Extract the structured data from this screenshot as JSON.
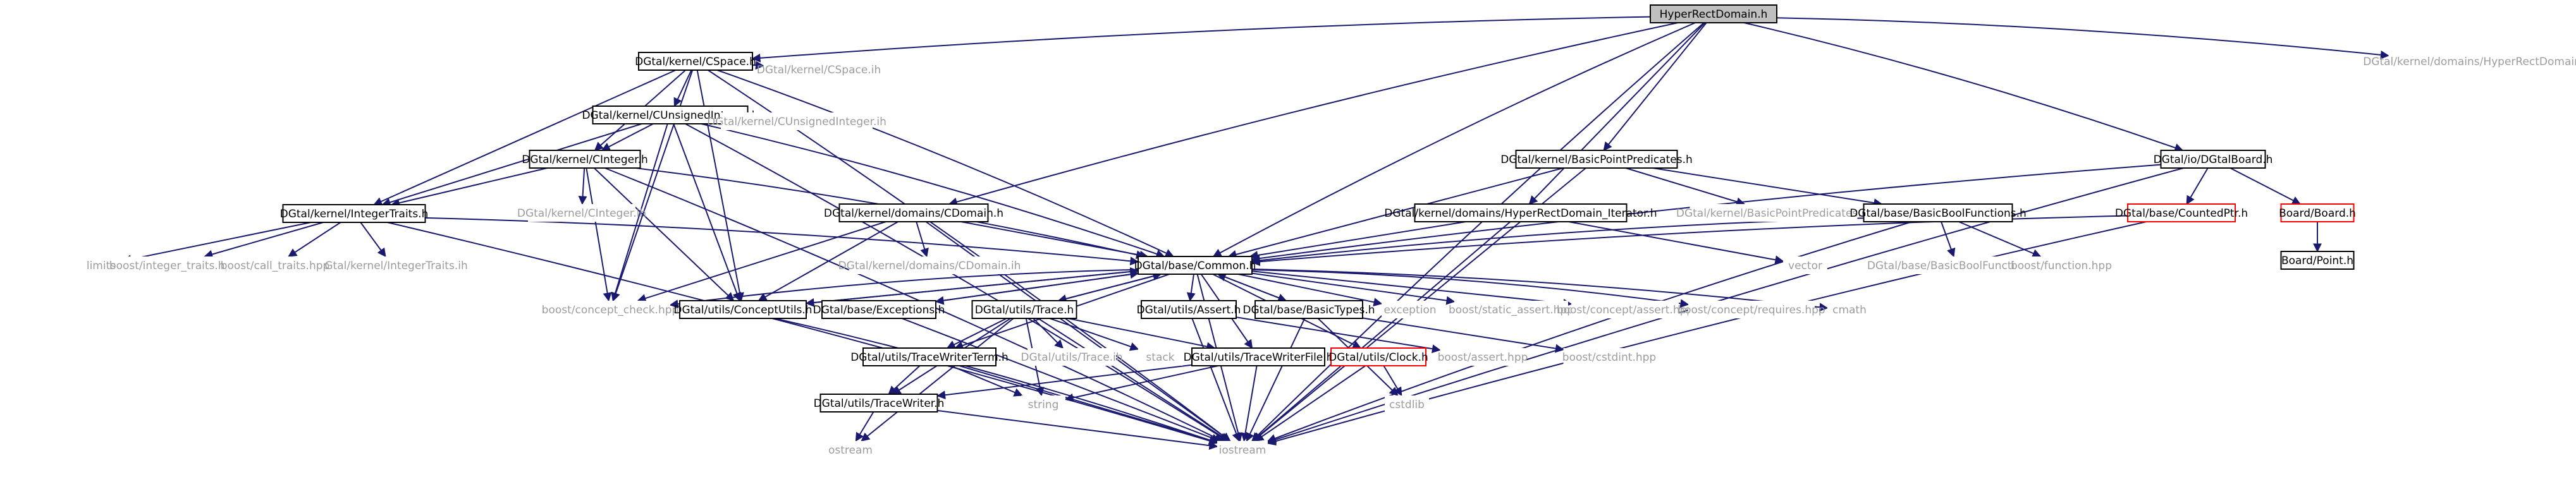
{
  "colors": {
    "edge": "#191970",
    "node_border": "#000000",
    "node_border_incomplete": "#ff0000",
    "external_text": "#9c9c9c",
    "root_fill": "#bfbfbf",
    "node_fill": "#ffffff",
    "node_text": "#000000"
  },
  "nodes": [
    {
      "id": "root",
      "label": "HyperRectDomain.h",
      "kind": "root"
    },
    {
      "id": "cspace",
      "label": "DGtal/kernel/CSpace.h",
      "kind": "local"
    },
    {
      "id": "cspace_ext",
      "label": "DGtal/kernel/CSpace.ih",
      "kind": "external"
    },
    {
      "id": "cunsigned",
      "label": "DGtal/kernel/CUnsignedInteger.h",
      "kind": "local"
    },
    {
      "id": "cunsigned_ext",
      "label": "DGtal/kernel/CUnsignedInteger.ih",
      "kind": "external"
    },
    {
      "id": "cinteger",
      "label": "DGtal/kernel/CInteger.h",
      "kind": "local"
    },
    {
      "id": "cinteger_ext",
      "label": "DGtal/kernel/CInteger.ih",
      "kind": "external"
    },
    {
      "id": "inttraits",
      "label": "DGtal/kernel/IntegerTraits.h",
      "kind": "local"
    },
    {
      "id": "inttraits_ext",
      "label": "DGtal/kernel/IntegerTraits.ih",
      "kind": "external"
    },
    {
      "id": "limits",
      "label": "limits",
      "kind": "external"
    },
    {
      "id": "boost_int",
      "label": "boost/integer_traits.hpp",
      "kind": "external"
    },
    {
      "id": "boost_call",
      "label": "boost/call_traits.hpp",
      "kind": "external"
    },
    {
      "id": "cdomain",
      "label": "DGtal/kernel/domains/CDomain.h",
      "kind": "local"
    },
    {
      "id": "cdomain_ext",
      "label": "DGtal/kernel/domains/CDomain.ih",
      "kind": "external"
    },
    {
      "id": "common",
      "label": "DGtal/base/Common.h",
      "kind": "local"
    },
    {
      "id": "concept_check",
      "label": "boost/concept_check.hpp",
      "kind": "external"
    },
    {
      "id": "conceptutils",
      "label": "DGtal/utils/ConceptUtils.h",
      "kind": "local"
    },
    {
      "id": "exceptions",
      "label": "DGtal/base/Exceptions.h",
      "kind": "local"
    },
    {
      "id": "trace",
      "label": "DGtal/utils/Trace.h",
      "kind": "local"
    },
    {
      "id": "assert_h",
      "label": "DGtal/utils/Assert.h",
      "kind": "local"
    },
    {
      "id": "basictypes",
      "label": "DGtal/base/BasicTypes.h",
      "kind": "local"
    },
    {
      "id": "exception",
      "label": "exception",
      "kind": "external"
    },
    {
      "id": "static_assert",
      "label": "boost/static_assert.hpp",
      "kind": "external"
    },
    {
      "id": "concept_assert",
      "label": "boost/concept/assert.hpp",
      "kind": "external"
    },
    {
      "id": "concept_req",
      "label": "boost/concept/requires.hpp",
      "kind": "external"
    },
    {
      "id": "cmath",
      "label": "cmath",
      "kind": "external"
    },
    {
      "id": "twterm",
      "label": "DGtal/utils/TraceWriterTerm.h",
      "kind": "local"
    },
    {
      "id": "trace_ext",
      "label": "DGtal/utils/Trace.ih",
      "kind": "external"
    },
    {
      "id": "stack",
      "label": "stack",
      "kind": "external"
    },
    {
      "id": "twfile",
      "label": "DGtal/utils/TraceWriterFile.h",
      "kind": "local"
    },
    {
      "id": "clock",
      "label": "DGtal/utils/Clock.h",
      "kind": "incomplete"
    },
    {
      "id": "boost_assert",
      "label": "boost/assert.hpp",
      "kind": "external"
    },
    {
      "id": "cstdint",
      "label": "boost/cstdint.hpp",
      "kind": "external"
    },
    {
      "id": "tracewriter",
      "label": "DGtal/utils/TraceWriter.h",
      "kind": "local"
    },
    {
      "id": "string",
      "label": "string",
      "kind": "external"
    },
    {
      "id": "cstdlib",
      "label": "cstdlib",
      "kind": "external"
    },
    {
      "id": "ostream",
      "label": "ostream",
      "kind": "external"
    },
    {
      "id": "iostream",
      "label": "iostream",
      "kind": "external"
    },
    {
      "id": "hrd_iter",
      "label": "DGtal/kernel/domains/HyperRectDomain_Iterator.h",
      "kind": "local"
    },
    {
      "id": "vector",
      "label": "vector",
      "kind": "external"
    },
    {
      "id": "bpp",
      "label": "DGtal/kernel/BasicPointPredicates.h",
      "kind": "local"
    },
    {
      "id": "bpp_ext",
      "label": "DGtal/kernel/BasicPointPredicates.ih",
      "kind": "external"
    },
    {
      "id": "bbf",
      "label": "DGtal/base/BasicBoolFunctions.h",
      "kind": "local"
    },
    {
      "id": "bbf_ext",
      "label": "DGtal/base/BasicBoolFunctions.ih",
      "kind": "external"
    },
    {
      "id": "boost_func",
      "label": "boost/function.hpp",
      "kind": "external"
    },
    {
      "id": "dgtalboard",
      "label": "DGtal/io/DGtalBoard.h",
      "kind": "local"
    },
    {
      "id": "countedptr",
      "label": "DGtal/base/CountedPtr.h",
      "kind": "incomplete"
    },
    {
      "id": "board",
      "label": "Board/Board.h",
      "kind": "incomplete"
    },
    {
      "id": "point",
      "label": "Board/Point.h",
      "kind": "local"
    },
    {
      "id": "hrd_ext",
      "label": "DGtal/kernel/domains/HyperRectDomain.ih",
      "kind": "external"
    }
  ],
  "edges": [
    [
      "root",
      "cspace"
    ],
    [
      "root",
      "cdomain"
    ],
    [
      "root",
      "common"
    ],
    [
      "root",
      "hrd_iter"
    ],
    [
      "root",
      "bpp"
    ],
    [
      "root",
      "dgtalboard"
    ],
    [
      "root",
      "iostream"
    ],
    [
      "root",
      "hrd_ext"
    ],
    [
      "cspace",
      "cunsigned"
    ],
    [
      "cspace",
      "cinteger"
    ],
    [
      "cspace",
      "inttraits"
    ],
    [
      "cspace",
      "common"
    ],
    [
      "cspace",
      "concept_check"
    ],
    [
      "cspace",
      "conceptutils"
    ],
    [
      "cspace",
      "cspace_ext"
    ],
    [
      "cspace",
      "iostream"
    ],
    [
      "cunsigned",
      "cinteger"
    ],
    [
      "cunsigned",
      "inttraits"
    ],
    [
      "cunsigned",
      "common"
    ],
    [
      "cunsigned",
      "concept_check"
    ],
    [
      "cunsigned",
      "conceptutils"
    ],
    [
      "cunsigned",
      "cunsigned_ext"
    ],
    [
      "cunsigned",
      "iostream"
    ],
    [
      "cinteger",
      "inttraits"
    ],
    [
      "cinteger",
      "common"
    ],
    [
      "cinteger",
      "concept_check"
    ],
    [
      "cinteger",
      "conceptutils"
    ],
    [
      "cinteger",
      "cinteger_ext"
    ],
    [
      "cinteger",
      "iostream"
    ],
    [
      "inttraits",
      "limits"
    ],
    [
      "inttraits",
      "boost_int"
    ],
    [
      "inttraits",
      "boost_call"
    ],
    [
      "inttraits",
      "common"
    ],
    [
      "inttraits",
      "inttraits_ext"
    ],
    [
      "inttraits",
      "iostream"
    ],
    [
      "cdomain",
      "common"
    ],
    [
      "cdomain",
      "concept_check"
    ],
    [
      "cdomain",
      "conceptutils"
    ],
    [
      "cdomain",
      "cdomain_ext"
    ],
    [
      "cdomain",
      "iostream"
    ],
    [
      "common",
      "conceptutils"
    ],
    [
      "common",
      "exceptions"
    ],
    [
      "common",
      "trace"
    ],
    [
      "common",
      "assert_h"
    ],
    [
      "common",
      "basictypes"
    ],
    [
      "common",
      "exception"
    ],
    [
      "common",
      "static_assert"
    ],
    [
      "common",
      "concept_assert"
    ],
    [
      "common",
      "concept_req"
    ],
    [
      "common",
      "cmath"
    ],
    [
      "common",
      "concept_check"
    ],
    [
      "common",
      "iostream"
    ],
    [
      "common",
      "twterm"
    ],
    [
      "common",
      "twfile"
    ],
    [
      "common",
      "clock"
    ],
    [
      "conceptutils",
      "common"
    ],
    [
      "conceptutils",
      "iostream"
    ],
    [
      "exceptions",
      "iostream"
    ],
    [
      "exceptions",
      "common"
    ],
    [
      "trace",
      "common"
    ],
    [
      "trace",
      "twterm"
    ],
    [
      "trace",
      "trace_ext"
    ],
    [
      "trace",
      "stack"
    ],
    [
      "trace",
      "twfile"
    ],
    [
      "trace",
      "tracewriter"
    ],
    [
      "trace",
      "string"
    ],
    [
      "trace",
      "iostream"
    ],
    [
      "trace",
      "ostream"
    ],
    [
      "assert_h",
      "boost_assert"
    ],
    [
      "assert_h",
      "iostream"
    ],
    [
      "basictypes",
      "common"
    ],
    [
      "basictypes",
      "cstdint"
    ],
    [
      "basictypes",
      "iostream"
    ],
    [
      "basictypes",
      "cstdlib"
    ],
    [
      "twterm",
      "tracewriter"
    ],
    [
      "twterm",
      "string"
    ],
    [
      "twterm",
      "iostream"
    ],
    [
      "twfile",
      "tracewriter"
    ],
    [
      "twfile",
      "string"
    ],
    [
      "twfile",
      "iostream"
    ],
    [
      "clock",
      "cstdlib"
    ],
    [
      "clock",
      "iostream"
    ],
    [
      "tracewriter",
      "ostream"
    ],
    [
      "tracewriter",
      "iostream"
    ],
    [
      "hrd_iter",
      "common"
    ],
    [
      "hrd_iter",
      "vector"
    ],
    [
      "hrd_iter",
      "iostream"
    ],
    [
      "bpp",
      "common"
    ],
    [
      "bpp",
      "bpp_ext"
    ],
    [
      "bpp",
      "bbf"
    ],
    [
      "bpp",
      "iostream"
    ],
    [
      "bbf",
      "common"
    ],
    [
      "bbf",
      "bbf_ext"
    ],
    [
      "bbf",
      "boost_func"
    ],
    [
      "bbf",
      "iostream"
    ],
    [
      "dgtalboard",
      "common"
    ],
    [
      "dgtalboard",
      "countedptr"
    ],
    [
      "dgtalboard",
      "board"
    ],
    [
      "dgtalboard",
      "iostream"
    ],
    [
      "countedptr",
      "common"
    ],
    [
      "countedptr",
      "iostream"
    ],
    [
      "board",
      "point"
    ]
  ]
}
